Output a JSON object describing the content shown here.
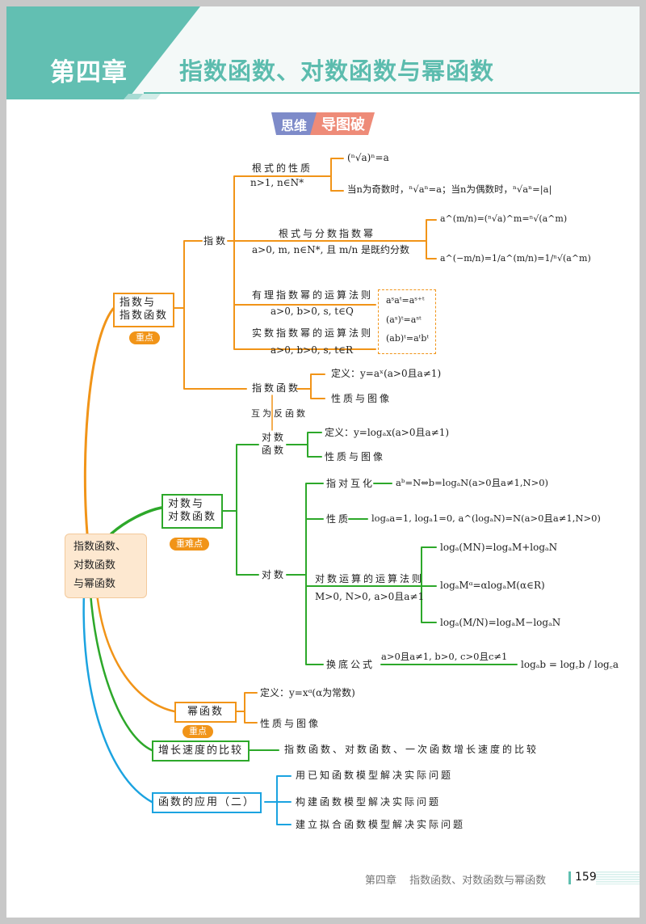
{
  "header": {
    "chapter": "第四章",
    "title": "指数函数、对数函数与幂函数"
  },
  "badge": {
    "left": "思维",
    "right": "导图破"
  },
  "colors": {
    "teal": "#62bfb2",
    "orange": "#f19418",
    "green": "#2da82a",
    "blue": "#1ba3e0",
    "root_bg": "#fde8d0",
    "badge_blue": "#7e8bc9",
    "badge_red": "#ee8b78"
  },
  "root": {
    "line1": "指数函数、",
    "line2": "对数函数",
    "line3": "与幂函数"
  },
  "exp": {
    "node_line1": "指数与",
    "node_line2": "指数函数",
    "tag": "重点",
    "zhishu": "指数",
    "radical_props": {
      "label": "根式的性质",
      "cond": "n>1, n∈N*",
      "items": [
        "(ⁿ√a)ⁿ=a",
        "当n为奇数时，ⁿ√aⁿ=a；当n为偶数时，ⁿ√aⁿ=|a|"
      ]
    },
    "frac_exp": {
      "label": "根式与分数指数幂",
      "cond": "a>0, m, n∈N*, 且 m/n 是既约分数",
      "items": [
        "a^(m/n)=(ⁿ√a)^m=ⁿ√(a^m)",
        "a^(−m/n)=1/a^(m/n)=1/ⁿ√(a^m)"
      ]
    },
    "rational_rules": {
      "label": "有理指数幂的运算法则",
      "cond": "a>0, b>0, s, t∈Q"
    },
    "real_rules": {
      "label": "实数指数幂的运算法则",
      "cond": "a>0, b>0, s, t∈R"
    },
    "rules": [
      "aˢaᵗ=aˢ⁺ᵗ",
      "(aˢ)ᵗ=aˢᵗ",
      "(ab)ᵗ=aᵗbᵗ"
    ],
    "func": {
      "label": "指数函数",
      "def": "定义：y=aˣ(a>0且a≠1)",
      "props": "性质与图像"
    },
    "inverse": "互为反函数"
  },
  "log": {
    "node_line1": "对数与",
    "node_line2": "对数函数",
    "tag": "重难点",
    "func": {
      "label_line1": "对数",
      "label_line2": "函数",
      "def": "定义：y=logₐx(a>0且a≠1)",
      "props": "性质与图像"
    },
    "duishu": "对数",
    "conversion": {
      "label": "指对互化",
      "formula": "aᵇ=N⇔b=logₐN(a>0且a≠1,N>0)"
    },
    "property": {
      "label": "性质",
      "formula": "logₐa=1, logₐ1=0, a^(logₐN)=N(a>0且a≠1,N>0)"
    },
    "ops": {
      "label": "对数运算的运算法则",
      "cond": "M>0, N>0, a>0且a≠1",
      "items": [
        "logₐ(MN)=logₐM+logₐN",
        "logₐMᵅ=αlogₐM(α∈R)",
        "logₐ(M/N)=logₐM−logₐN"
      ]
    },
    "change_base": {
      "label": "换底公式",
      "cond": "a>0且a≠1, b>0, c>0且c≠1",
      "formula": "logₐb = log꜀b / log꜀a"
    }
  },
  "power": {
    "node": "幂函数",
    "tag": "重点",
    "def": "定义：y=xᵅ(α为常数)",
    "props": "性质与图像"
  },
  "growth": {
    "node": "增长速度的比较",
    "desc": "指数函数、对数函数、一次函数增长速度的比较"
  },
  "apps": {
    "node": "函数的应用（二）",
    "items": [
      "用已知函数模型解决实际问题",
      "构建函数模型解决实际问题",
      "建立拟合函数模型解决实际问题"
    ]
  },
  "footer": {
    "chapter": "第四章",
    "title": "指数函数、对数函数与幂函数",
    "page": "159"
  }
}
